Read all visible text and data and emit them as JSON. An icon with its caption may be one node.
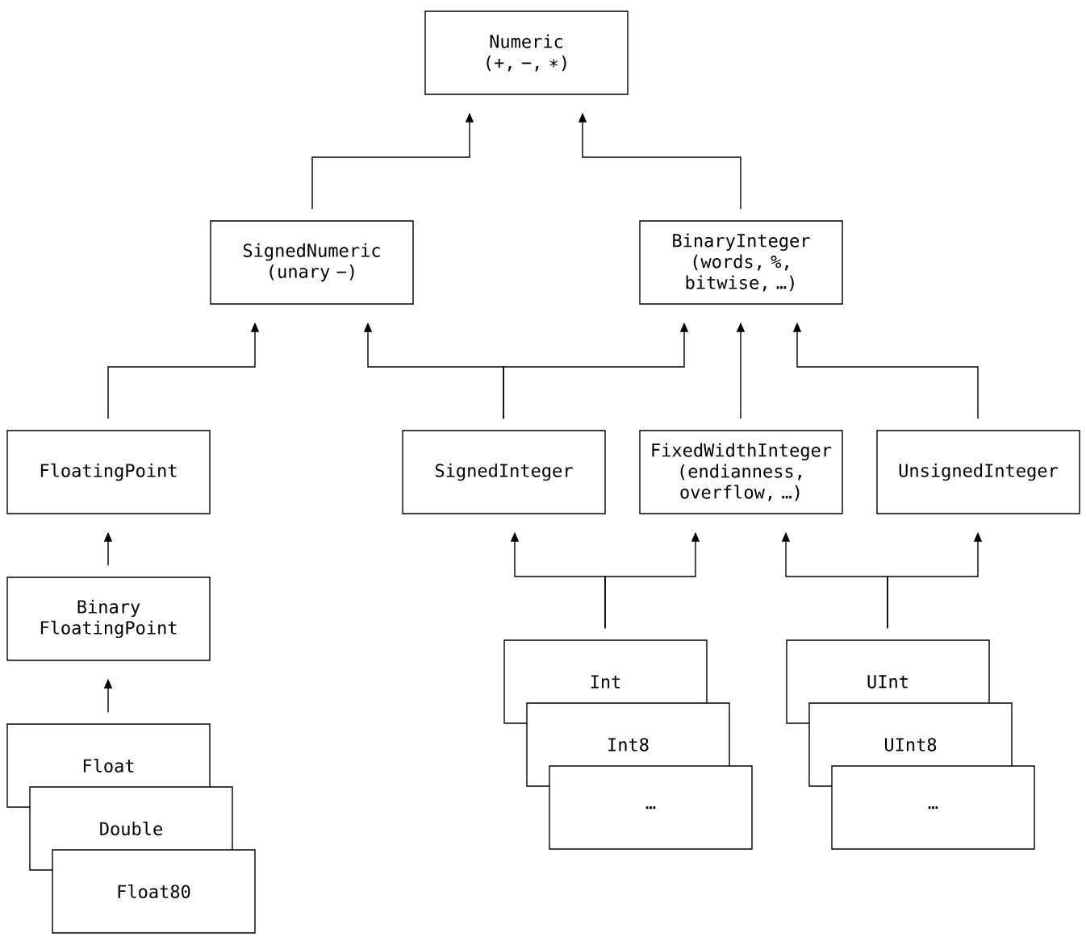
{
  "diagram": {
    "nodes": [
      {
        "text": [
          "Numeric",
          "(+, −, ∗)"
        ]
      },
      {
        "text": [
          "SignedNumeric",
          "(unary −)"
        ]
      },
      {
        "text": [
          "BinaryInteger",
          "(words, %, bitwise, …)"
        ]
      },
      {
        "text": [
          "FloatingPoint"
        ]
      },
      {
        "text": [
          "SignedInteger"
        ]
      },
      {
        "text": [
          "FixedWidthInteger",
          "(endianness, overflow, …)"
        ]
      },
      {
        "text": [
          "UnsignedInteger"
        ]
      },
      {
        "text": [
          "Binary FloatingPoint"
        ]
      },
      {
        "text": [
          "Float"
        ]
      },
      {
        "text": [
          "Double"
        ]
      },
      {
        "text": [
          "Float80"
        ]
      },
      {
        "text": [
          "Int"
        ]
      },
      {
        "text": [
          "Int8"
        ]
      },
      {
        "text": [
          "…"
        ]
      },
      {
        "text": [
          "UInt"
        ]
      },
      {
        "text": [
          "UInt8"
        ]
      },
      {
        "text": [
          "…"
        ]
      }
    ],
    "edges": [
      {
        "from": 1,
        "to": 0,
        "arrow": "to"
      },
      {
        "from": 2,
        "to": 0,
        "arrow": "to"
      },
      {
        "from": 3,
        "to": 1,
        "arrow": "to"
      },
      {
        "from": 4,
        "to": 1,
        "arrow": "to"
      },
      {
        "from": 4,
        "to": 2,
        "arrow": "to"
      },
      {
        "from": 5,
        "to": 2,
        "arrow": "to"
      },
      {
        "from": 6,
        "to": 2,
        "arrow": "to"
      },
      {
        "from": 7,
        "to": 3,
        "arrow": "to"
      },
      {
        "from": 8,
        "to": 7,
        "arrow": "to"
      },
      {
        "from": 11,
        "to": 4,
        "arrow": "to"
      },
      {
        "from": 11,
        "to": 5,
        "arrow": "to"
      },
      {
        "from": 14,
        "to": 5,
        "arrow": "to"
      },
      {
        "from": 14,
        "to": 6,
        "arrow": "to"
      }
    ]
  }
}
